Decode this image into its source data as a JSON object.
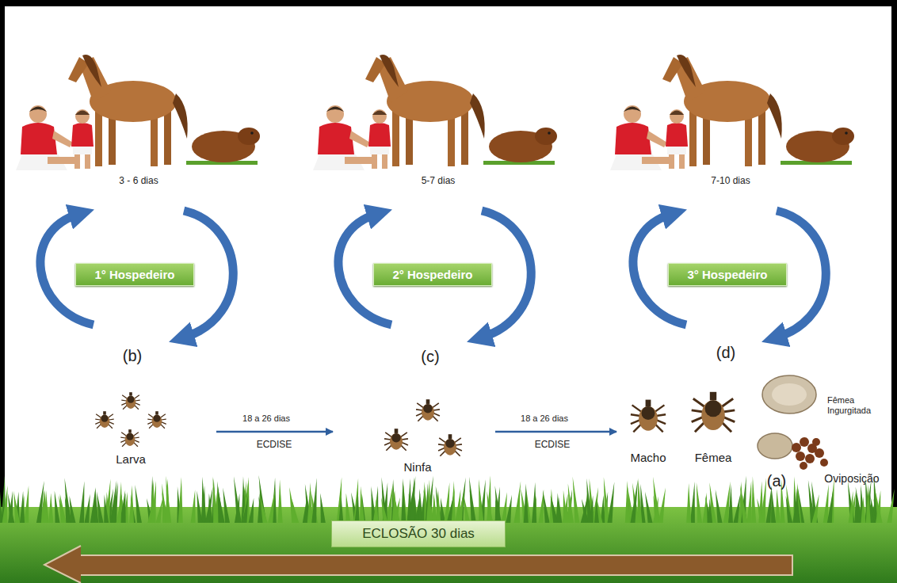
{
  "diagram": {
    "nodes": [
      {
        "text": [
          "1° Hospedeiro"
        ]
      },
      {
        "text": [
          "2° Hospedeiro"
        ]
      },
      {
        "text": [
          "3° Hospedeiro"
        ]
      },
      {
        "text": [
          "ECLOSÃO 30 dias"
        ]
      }
    ],
    "labels": [
      "3 - 6 dias",
      "5-7 dias",
      "7-10 dias",
      "(b)",
      "(c)",
      "(d)",
      "Larva",
      "18 a 26 dias",
      "ECDISE",
      "Ninfa",
      "18 a 26 dias",
      "ECDISE",
      "Macho",
      "Fêmea",
      "Fêmea Ingurgitada",
      "(a)",
      "Oviposição"
    ]
  }
}
